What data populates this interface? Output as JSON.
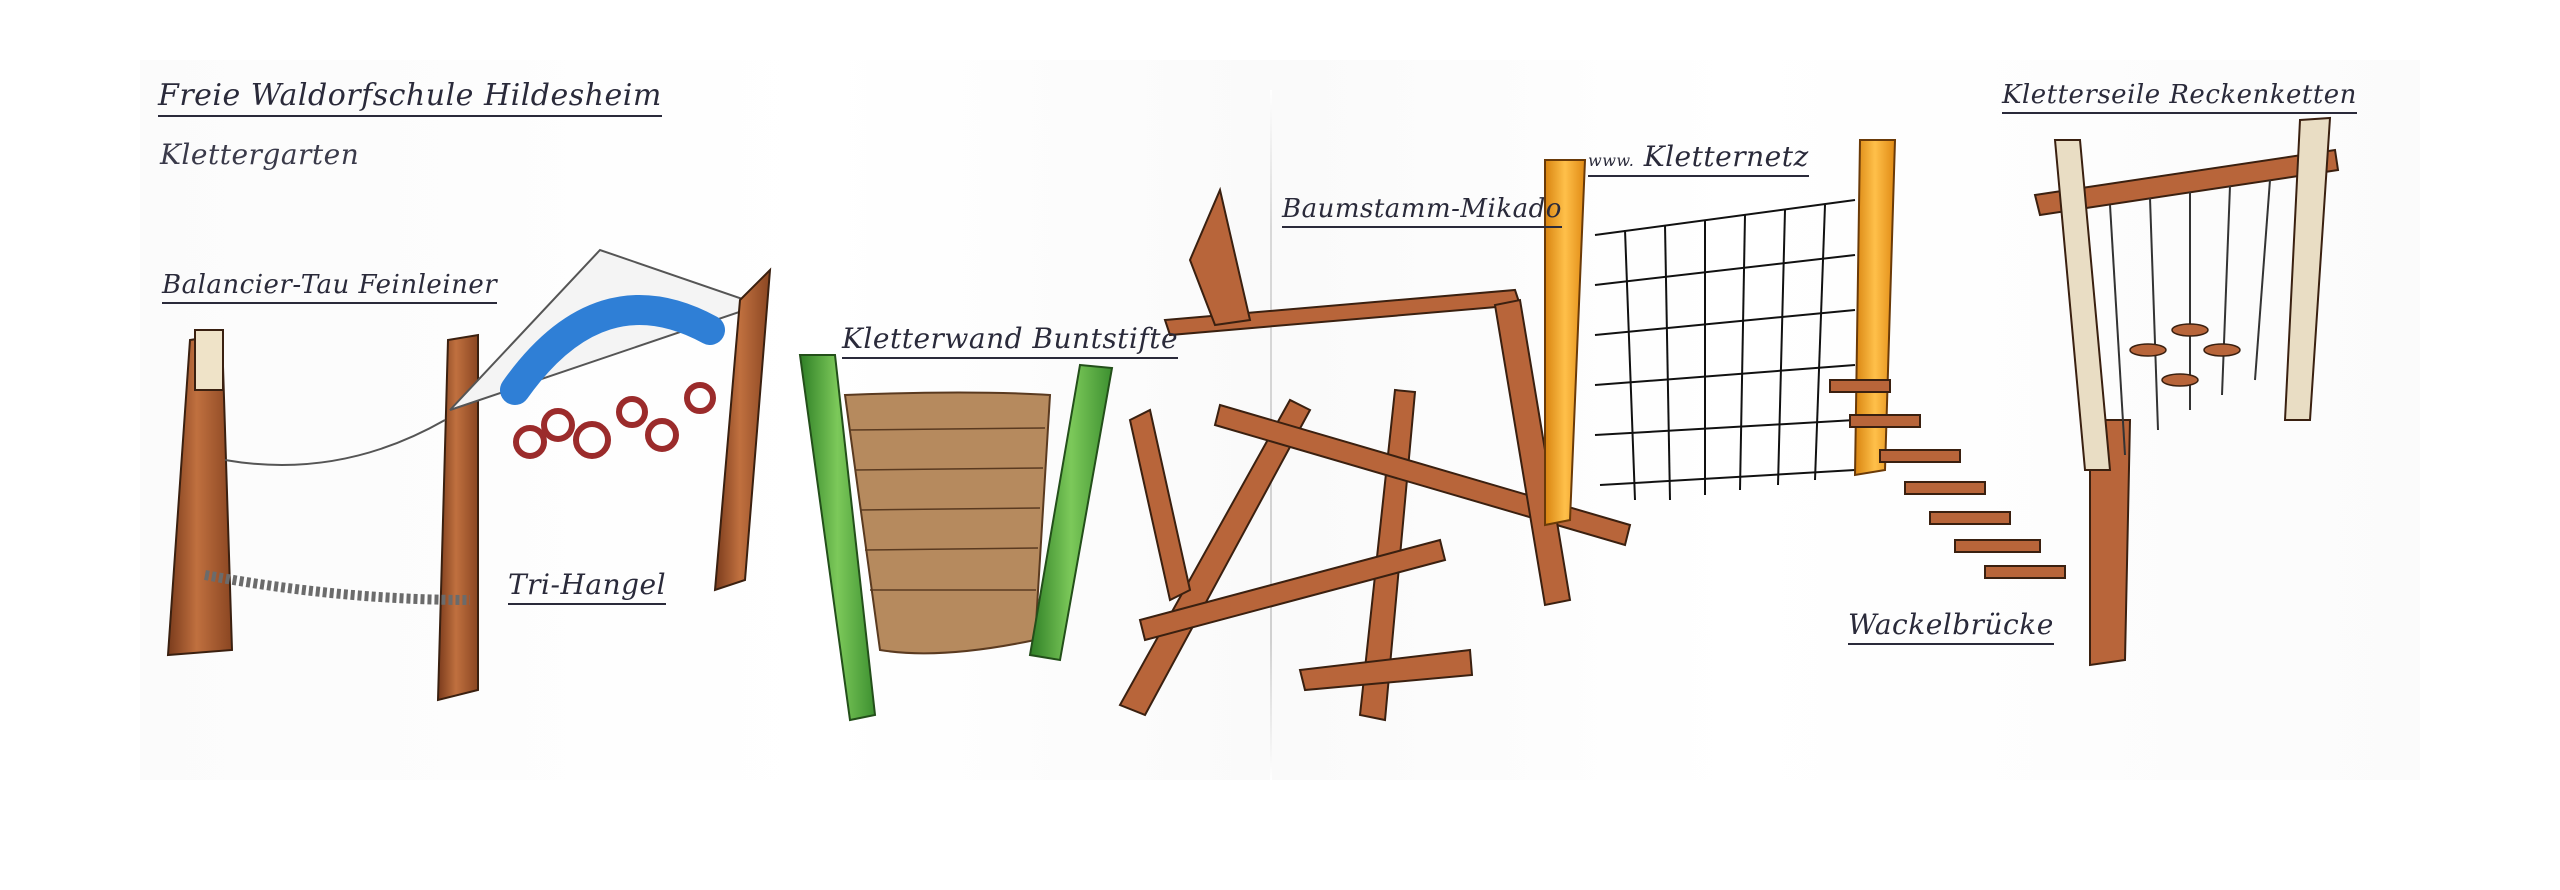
{
  "header": {
    "title": "Freie Waldorfschule Hildesheim",
    "subtitle": "Klettergarten"
  },
  "labels": {
    "balancier": "Balancier-Tau  Feinleiner",
    "trihangel": "Tri-Hangel",
    "kletterwand": "Kletterwand Buntstifte",
    "mikado": "Baumstamm-Mikado",
    "netz_prefix": "www.",
    "netz": "Kletternetz",
    "wackel": "Wackelbrücke",
    "seile": "Kletterseile  Reckenketten"
  },
  "colors": {
    "wood": "#b8653a",
    "wood_dark": "#7a3b1c",
    "rope_blue": "#2f7fd6",
    "ring_red": "#9b2b2b",
    "green": "#4aa83a",
    "wall": "#b68a5e",
    "post_orange": "#f0a020",
    "ink": "#2a2a3a"
  }
}
